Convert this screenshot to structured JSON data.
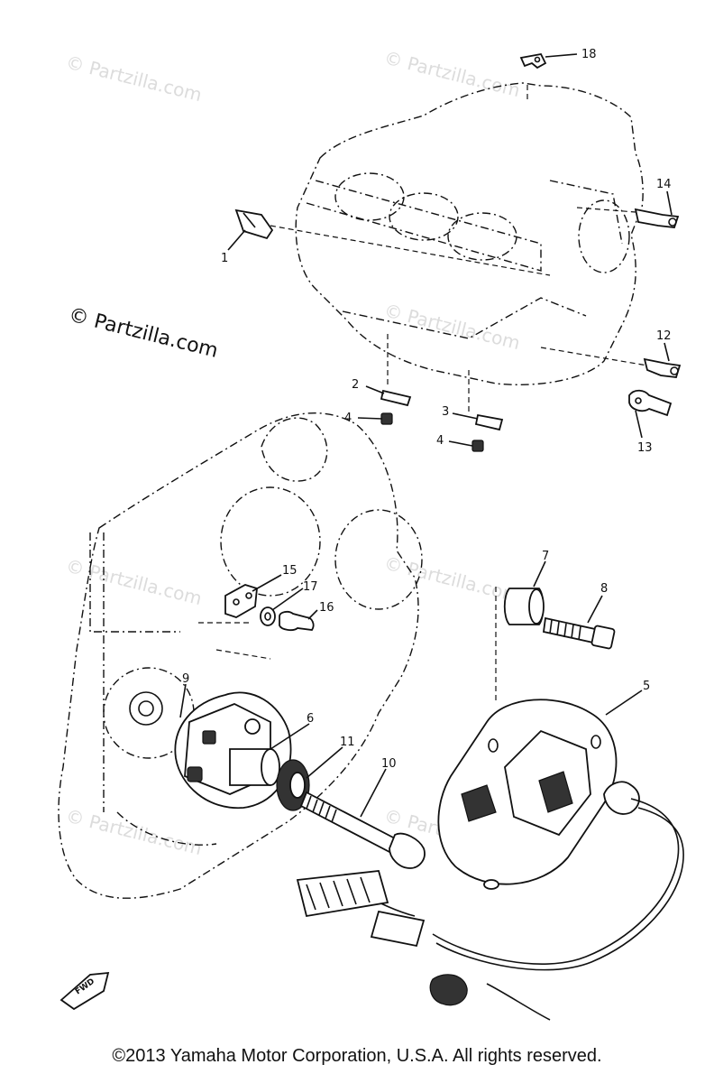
{
  "watermark": {
    "faint": "© Partzilla.com",
    "dark": "© Partzilla.com"
  },
  "fwd_label": "FWD",
  "callouts": [
    "18",
    "14",
    "1",
    "12",
    "2",
    "4",
    "3",
    "4",
    "13",
    "7",
    "8",
    "15",
    "17",
    "16",
    "5",
    "9",
    "6",
    "11",
    "10"
  ],
  "copyright": "©2013  Yamaha Motor Corporation, U.S.A. All rights reserved."
}
